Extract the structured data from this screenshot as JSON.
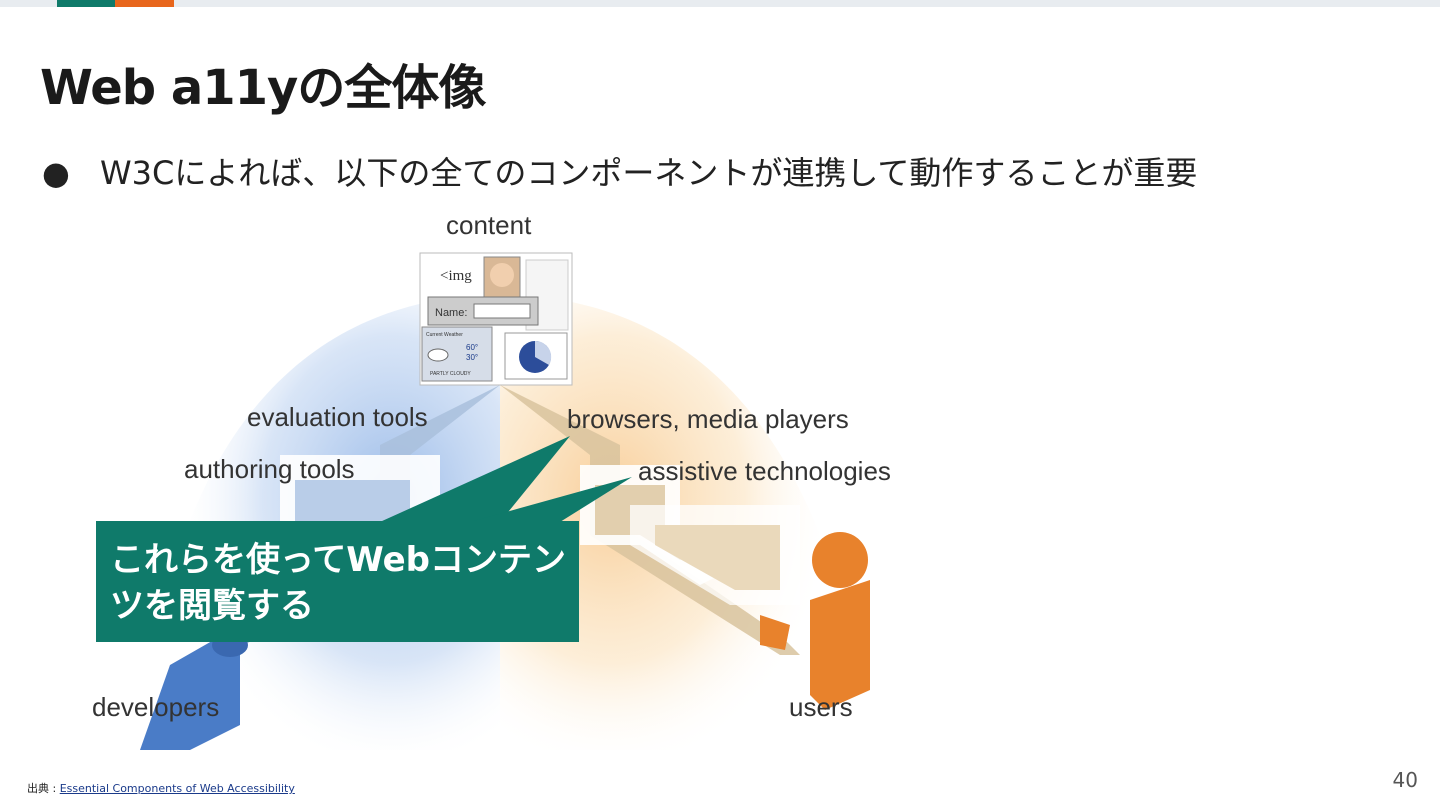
{
  "slide": {
    "title": "Web a11yの全体像",
    "bullet_marker": "●",
    "bullet_text": "W3Cによれば、以下の全てのコンポーネントが連携して動作することが重要",
    "page_number": "40"
  },
  "diagram": {
    "labels": {
      "content": "content",
      "evaluation_tools": "evaluation tools",
      "authoring_tools": "authoring tools",
      "browsers": "browsers, media players",
      "assistive": "assistive technologies",
      "developers": "developers",
      "users": "users"
    },
    "content_panel": {
      "img_tag": "<img",
      "name_field": "Name:",
      "weather_title": "Current Weather",
      "weather_high": "60°",
      "weather_low": "30°",
      "weather_status": "PARTLY CLOUDY"
    },
    "colors": {
      "developer_blue": "#4a7cc7",
      "user_orange": "#e8822c",
      "accent_green": "#0f7a6a"
    }
  },
  "callout": {
    "text": "これらを使ってWebコンテンツを閲覧する"
  },
  "source": {
    "prefix": "出典 : ",
    "link_text": "Essential Components of Web Accessibility"
  }
}
